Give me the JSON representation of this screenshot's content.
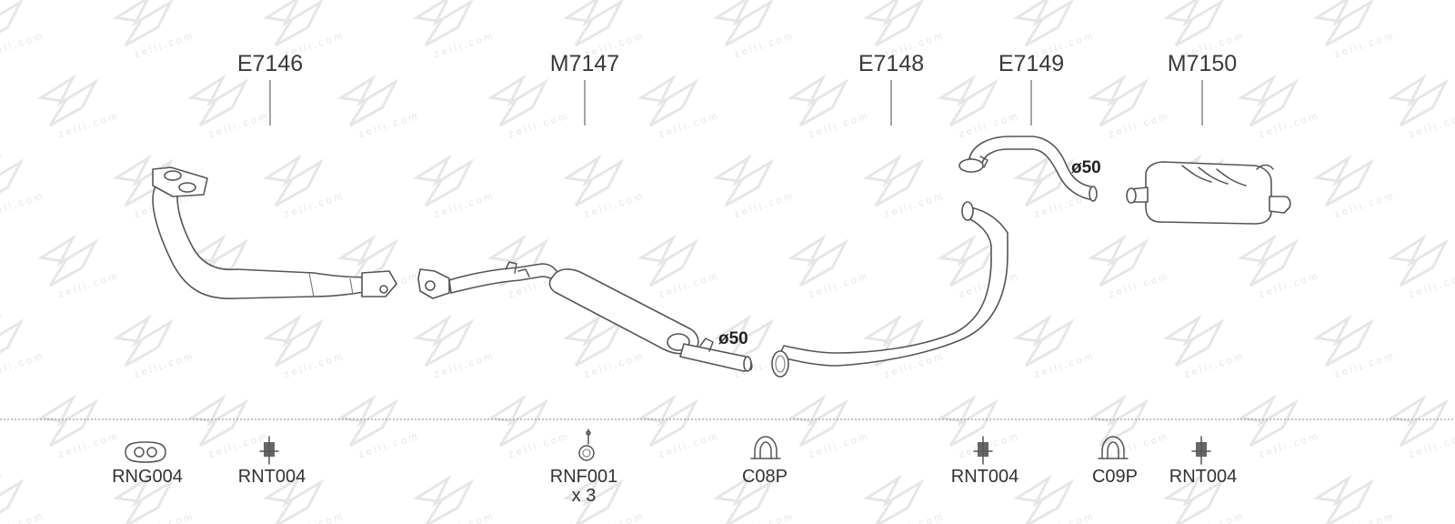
{
  "watermark": {
    "text": "zelli.com"
  },
  "parts": [
    {
      "code": "E7146"
    },
    {
      "code": "M7147"
    },
    {
      "code": "E7148"
    },
    {
      "code": "E7149"
    },
    {
      "code": "M7150"
    }
  ],
  "diameters": {
    "m7147": "ø50",
    "e7149": "ø50"
  },
  "accessories": [
    {
      "code": "RNG004"
    },
    {
      "code": "RNT004"
    },
    {
      "code": "RNF001",
      "qty": "x 3"
    },
    {
      "code": "C08P"
    },
    {
      "code": "RNT004"
    },
    {
      "code": "C09P"
    },
    {
      "code": "RNT004"
    }
  ],
  "colors": {
    "lines": "#555555",
    "watermark": "#e6e6e6",
    "divider": "#888888"
  }
}
